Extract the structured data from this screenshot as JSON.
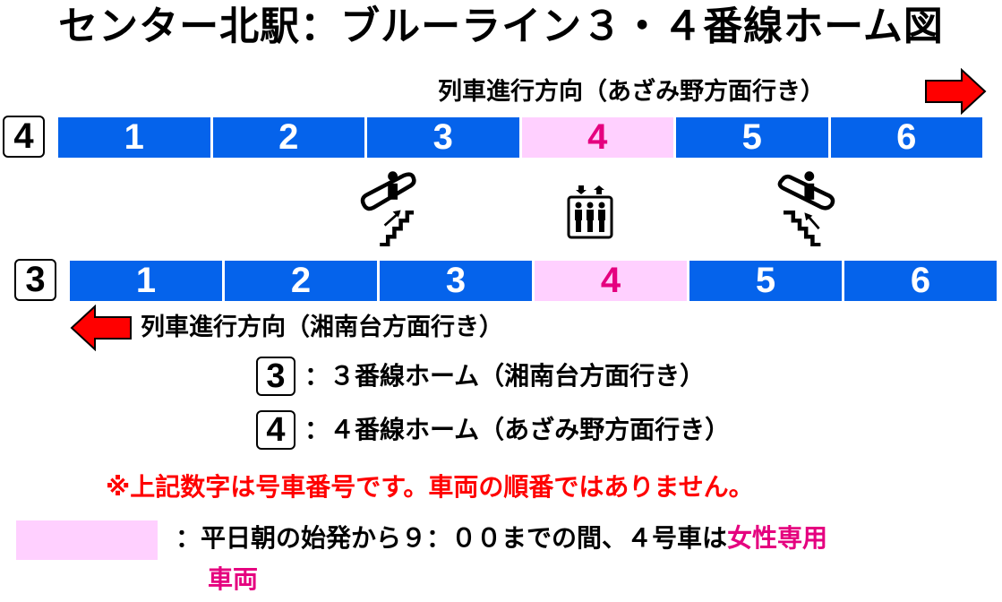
{
  "title": "センター北駅：ブルーライン３・４番線ホーム図",
  "colors": {
    "car_blue": "#0563eb",
    "women_only_bg": "#ffd0ff",
    "women_only_text": "#e5007f",
    "arrow_red": "#ff0000",
    "notice_red": "#ff0000"
  },
  "track4": {
    "badge": "4",
    "direction_text": "列車進行方向（あざみ野方面行き）",
    "direction_arrow": "right",
    "cars": [
      {
        "label": "1",
        "women_only": false
      },
      {
        "label": "2",
        "women_only": false
      },
      {
        "label": "3",
        "women_only": false
      },
      {
        "label": "4",
        "women_only": true
      },
      {
        "label": "5",
        "women_only": false
      },
      {
        "label": "6",
        "women_only": false
      }
    ]
  },
  "track3": {
    "badge": "3",
    "direction_text": "列車進行方向（湘南台方面行き）",
    "direction_arrow": "left",
    "cars": [
      {
        "label": "1",
        "women_only": false
      },
      {
        "label": "2",
        "women_only": false
      },
      {
        "label": "3",
        "women_only": false
      },
      {
        "label": "4",
        "women_only": true
      },
      {
        "label": "5",
        "women_only": false
      },
      {
        "label": "6",
        "women_only": false
      }
    ]
  },
  "facilities": [
    {
      "type": "escalator-up-stairs",
      "icon": "escalator-stairs-icon"
    },
    {
      "type": "elevator",
      "icon": "elevator-icon"
    },
    {
      "type": "escalator-up-stairs-reverse",
      "icon": "escalator-stairs-icon"
    }
  ],
  "legend": [
    {
      "badge": "3",
      "text": "：３番線ホーム（湘南台方面行き）"
    },
    {
      "badge": "4",
      "text": "：４番線ホーム（あざみ野方面行き）"
    }
  ],
  "notice": "※上記数字は号車番号です。車両の順番ではありません。",
  "women_only_note": {
    "text_before": "：平日朝の始発から９：００までの間、４号車は",
    "highlight_line1": "女性専用",
    "highlight_line2": "車両"
  }
}
